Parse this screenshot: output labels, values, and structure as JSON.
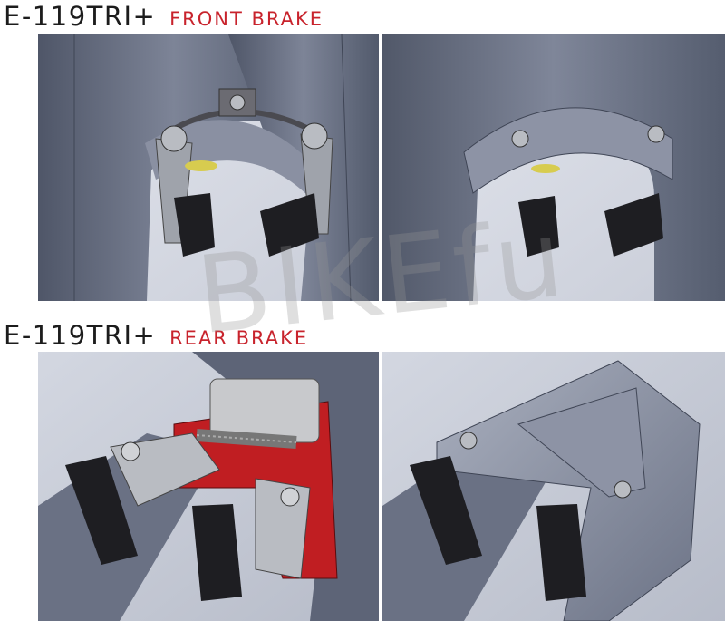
{
  "front": {
    "model": "E-119TRI+",
    "label": "FRONT BRAKE"
  },
  "rear": {
    "model": "E-119TRI+",
    "label": "REAR BRAKE"
  },
  "watermark": "BIKEfu",
  "colors": {
    "accent": "#c8232c",
    "frame": "#626a7d",
    "background": "#d8dce6",
    "brake_red": "#c01e22",
    "pad": "#1e1e22",
    "metal": "#b9bcc2"
  }
}
